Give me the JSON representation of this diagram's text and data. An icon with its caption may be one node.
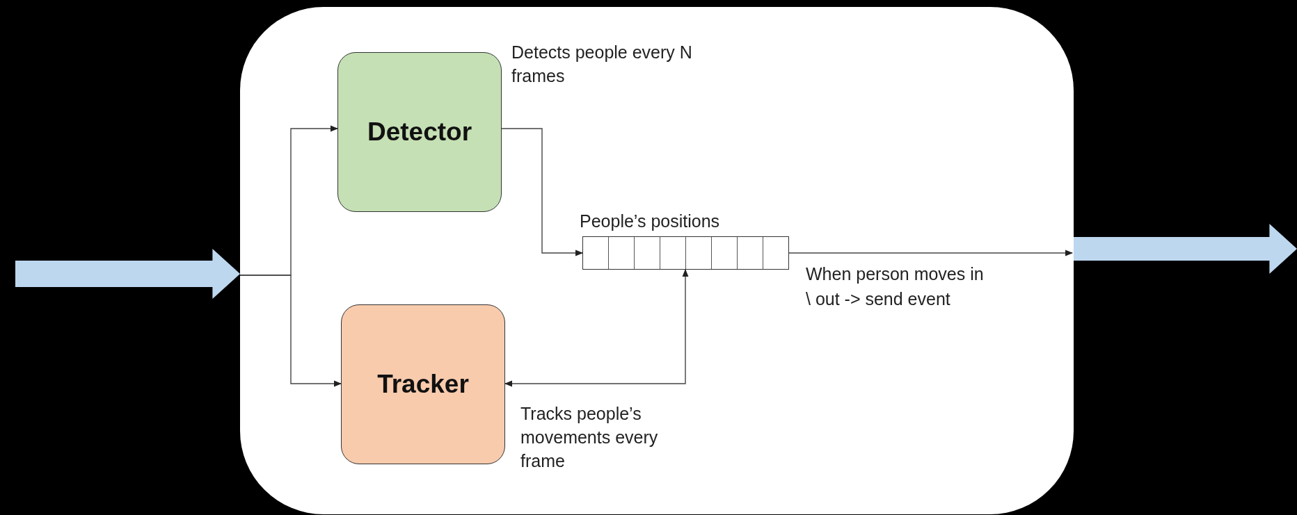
{
  "diagram": {
    "nodes": [
      {
        "text": [],
        "shape": "arrow"
      },
      {
        "text": [],
        "shape": "box"
      },
      {
        "text": [
          "Detector"
        ],
        "in": 1,
        "beside": [
          "Detects people every N frames"
        ]
      },
      {
        "text": [
          "People’s positions"
        ],
        "in": 1
      },
      {
        "text": [
          "Tracker"
        ],
        "in": 1,
        "beside": [
          "Tracks people’s movements every frame"
        ]
      },
      {
        "text": [],
        "shape": "arrow"
      }
    ],
    "edges": [
      {
        "from": 0,
        "to": 2,
        "arrow": "to"
      },
      {
        "from": 0,
        "to": 4,
        "arrow": "to"
      },
      {
        "from": 2,
        "to": 3,
        "arrow": "to"
      },
      {
        "from": 4,
        "to": 3,
        "arrow": "both"
      },
      {
        "from": 3,
        "to": 5,
        "arrow": "to",
        "label": "When person moves in \\ out -> send event"
      }
    ]
  }
}
